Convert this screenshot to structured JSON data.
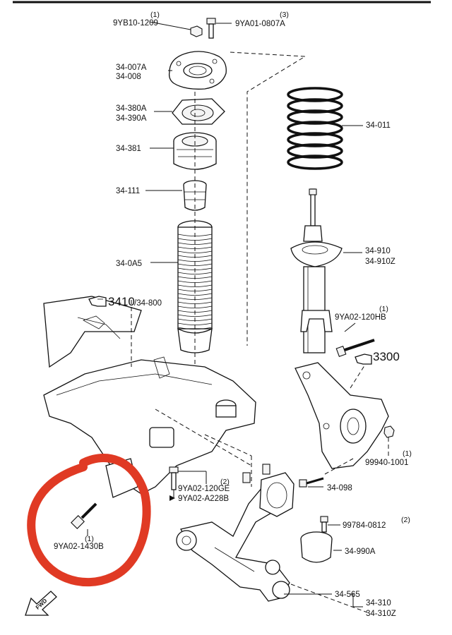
{
  "labels": {
    "nut_top_qty": "(1)",
    "nut_top": "9YB10-1209",
    "bolt_top_qty": "(3)",
    "bolt_top": "9YA01-0807A",
    "mount_a": "34-007A",
    "mount_b": "34-008",
    "bearing_a": "34-380A",
    "bearing_b": "34-390A",
    "seat": "34-381",
    "bump_stop": "34-111",
    "boot": "34-0A5",
    "spring": "34-011",
    "strut_a": "34-910",
    "strut_b": "34-910Z",
    "ref_crossmember": "3410",
    "ref_crossmember_sub": "/34-800",
    "bolt_strut_qty": "(1)",
    "bolt_strut": "9YA02-120HB",
    "ref_knuckle": "3300",
    "nut_knuckle_qty": "(1)",
    "nut_knuckle": "99940-1001",
    "bolt_arm_qty": "(2)",
    "bolt_arm_a": "9YA02-120GE",
    "bolt_arm_b": "9YA02-A228B",
    "bolt_knuckle": "34-098",
    "bolt_highlight_qty": "(1)",
    "bolt_highlight": "9YA02-1430B",
    "nut_balljoint_qty": "(2)",
    "nut_balljoint": "99784-0812",
    "bushing": "34-990A",
    "ball_joint": "34-565",
    "lower_arm_a": "34-310",
    "lower_arm_b": "34-310Z",
    "fwd": "FWD"
  },
  "colors": {
    "ink": "#111111",
    "highlight": "#e03a24",
    "background": "#ffffff"
  },
  "icons": [
    "hand-pointer-icon",
    "fwd-arrow-icon"
  ]
}
